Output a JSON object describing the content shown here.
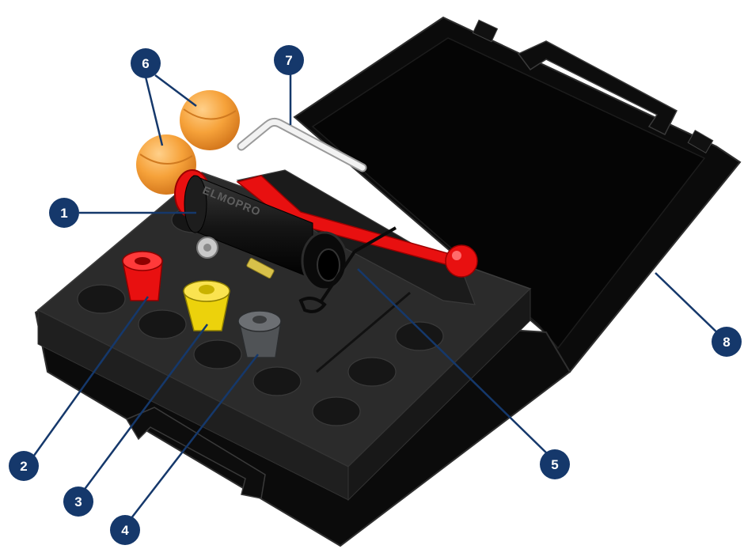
{
  "colors": {
    "callout_fill": "#15386b",
    "leader_line": "#15386b",
    "case_black": "#0b0b0b",
    "foam": "#2a2a2a",
    "tool_red": "#e81010",
    "ball_orange": "#f6a23a",
    "cone_red": "#e81010",
    "cone_yellow": "#ecd20c",
    "cone_grey": "#505356",
    "allen_key": "#e6e6e6"
  },
  "product": {
    "brand_text": "ELMOPRO"
  },
  "callouts": [
    {
      "id": "1",
      "label": "1",
      "part": "main-tool"
    },
    {
      "id": "2",
      "label": "2",
      "part": "red-cone-adapter"
    },
    {
      "id": "3",
      "label": "3",
      "part": "yellow-cone-adapter"
    },
    {
      "id": "4",
      "label": "4",
      "part": "grey-cone-adapter"
    },
    {
      "id": "5",
      "label": "5",
      "part": "wire-clip"
    },
    {
      "id": "6",
      "label": "6",
      "part": "orange-balls"
    },
    {
      "id": "7",
      "label": "7",
      "part": "allen-key"
    },
    {
      "id": "8",
      "label": "8",
      "part": "carry-case"
    }
  ]
}
